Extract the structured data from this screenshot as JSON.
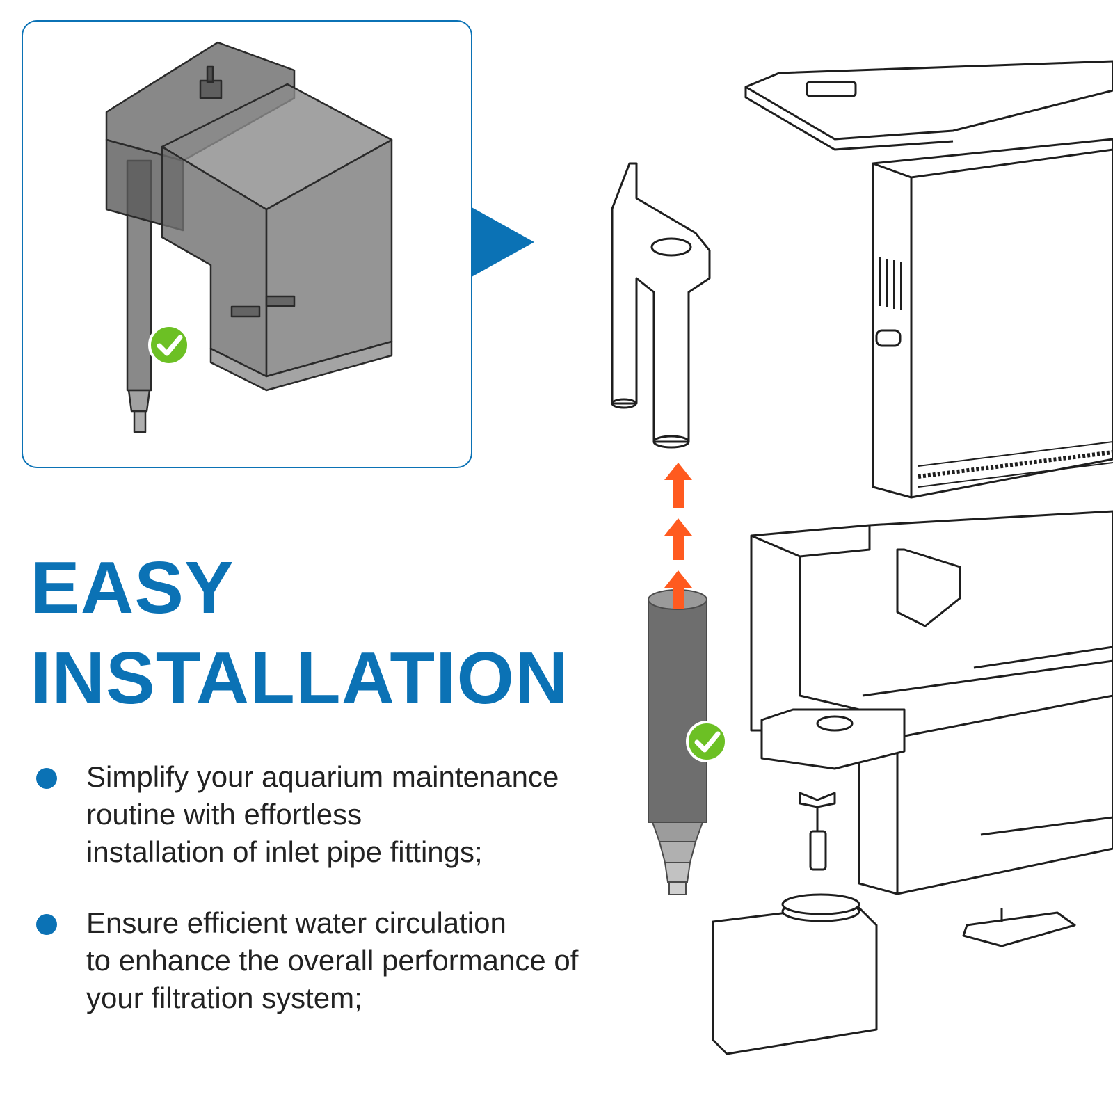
{
  "heading": {
    "line1": "EASY",
    "line2": "INSTALLATION"
  },
  "bullets": [
    {
      "lines": [
        "Simplify your aquarium maintenance",
        "routine with effortless",
        "installation of inlet pipe fittings;"
      ]
    },
    {
      "lines": [
        "Ensure efficient water circulation",
        "to enhance the overall performance of",
        "your filtration system;"
      ]
    }
  ],
  "colors": {
    "brand_blue": "#0b72b5",
    "arrow_orange": "#ff5a1f",
    "check_green": "#6cc024",
    "filter_gray": "#6e6e6e"
  },
  "icons": [
    "play-pointer-icon",
    "check-icon",
    "up-arrow-icon"
  ]
}
